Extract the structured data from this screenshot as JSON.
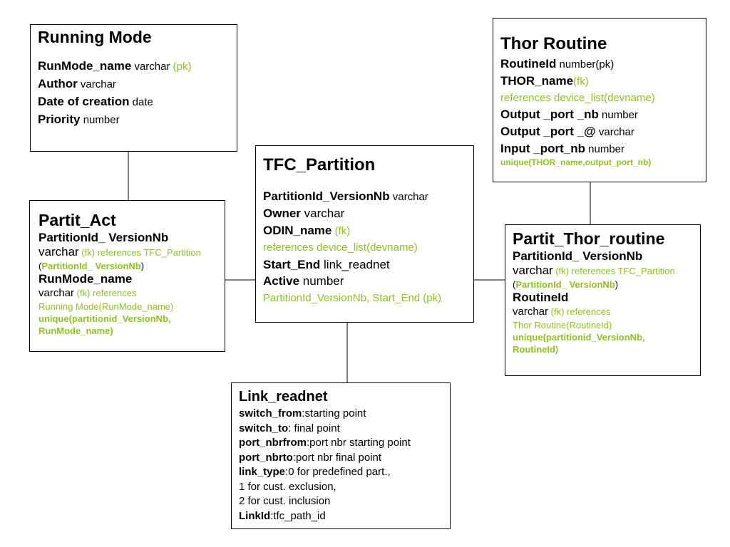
{
  "colors": {
    "foreign_key_green": "#8dc21f",
    "border": "#000000",
    "background": "#ffffff"
  },
  "running_mode": {
    "title": "Running Mode",
    "rows": [
      {
        "name": "RunMode_name",
        "type": " varchar",
        "note": " (pk)"
      },
      {
        "name": "Author",
        "type": " varchar"
      },
      {
        "name": "Date of creation",
        "type": " date"
      },
      {
        "name": "Priority",
        "type": " number"
      }
    ]
  },
  "thor_routine": {
    "title": "Thor Routine",
    "row_routineid": {
      "name": "RoutineId",
      "type": " number(pk)"
    },
    "row_thor_name": {
      "name": "THOR_name",
      "note": "(fk)"
    },
    "references": "references device_list(devname)",
    "row_output_nb": {
      "name": "Output _port _nb",
      "type": " number"
    },
    "row_output_at": {
      "name": "Output _port _@",
      "type": " varchar"
    },
    "row_input_nb": {
      "name": "Input _port_nb",
      "type": " number"
    },
    "unique": "unique(THOR_name,output_port_nb)"
  },
  "tfc_partition": {
    "title": "TFC_Partition",
    "row_partitionid": {
      "name": "PartitionId_VersionNb",
      "type": " varchar"
    },
    "row_owner": {
      "name": "Owner",
      "type": " varchar"
    },
    "row_odin": {
      "name": "ODIN_name",
      "note": " (fk)"
    },
    "references": "references device_list(devname)",
    "row_start_end": {
      "name": "Start_End",
      "type": " link_readnet"
    },
    "row_active": {
      "name": "Active",
      "type": " number"
    },
    "pk": "PartitionId_VersionNb, Start_End (pk)"
  },
  "partit_act": {
    "title": "Partit_Act",
    "field1": "PartitionId_ VersionNb",
    "field1_type": "varchar",
    "field1_fk": " (fk) references TFC_Partition",
    "field1_ref_open": " (",
    "field1_ref": "PartitionId_ VersionNb",
    "field1_ref_close": ")",
    "field2": "RunMode_name",
    "field2_type": "varchar",
    "field2_fk": " (fk) references",
    "field2_ref": "Running Mode(RunMode_name)",
    "unique_line1": "unique(partitionid_VersionNb,",
    "unique_line2": "RunMode_name)"
  },
  "partit_thor_routine": {
    "title": "Partit_Thor_routine",
    "field1": "PartitionId_ VersionNb",
    "field1_type": "varchar",
    "field1_fk": " (fk) references TFC_Partition",
    "field1_ref_open": " (",
    "field1_ref": "PartitionId_ VersionNb",
    "field1_ref_close": ")",
    "field2": "RoutineId",
    "field2_type": "varchar",
    "field2_fk": " (fk) references",
    "field2_ref": "Thor Routine(RoutineId)",
    "unique_line1": "unique(partitionid_VersionNb,",
    "unique_line2": "RoutineId)"
  },
  "link_readnet": {
    "title": "Link_readnet",
    "rows": [
      {
        "name": "switch_from",
        "desc": ":starting point"
      },
      {
        "name": "switch_to",
        "desc": ": final point"
      },
      {
        "name": "port_nbrfrom",
        "desc": ":port nbr starting point"
      },
      {
        "name": "port_nbrto",
        "desc": ":port nbr final point"
      },
      {
        "name": "link_type",
        "desc": ":0 for predefined part.,"
      }
    ],
    "cont1": "1 for cust. exclusion,",
    "cont2": "2 for cust. inclusion",
    "last": {
      "name": "LinkId",
      "desc": ":tfc_path_id"
    }
  }
}
